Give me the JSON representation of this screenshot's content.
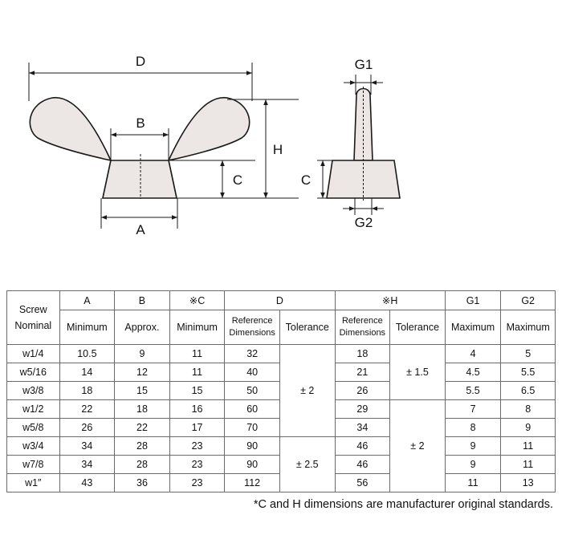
{
  "diagram": {
    "labels": {
      "D": "D",
      "B": "B",
      "H": "H",
      "C_left": "C",
      "A": "A",
      "G1": "G1",
      "C_right": "C",
      "G2": "G2"
    },
    "colors": {
      "fill": "#ece7e4",
      "stroke": "#1a1a1a"
    }
  },
  "table": {
    "screw_line1": "Screw",
    "screw_line2": "Nominal",
    "columns": {
      "A": "A",
      "B": "B",
      "C": "※C",
      "D": "D",
      "H": "※H",
      "G1": "G1",
      "G2": "G2"
    },
    "subheaders": {
      "A": "Minimum",
      "B": "Approx.",
      "C": "Minimum",
      "D_ref1": "Reference",
      "D_ref2": "Dimensions",
      "D_tol": "Tolerance",
      "H_ref1": "Reference",
      "H_ref2": "Dimensions",
      "H_tol": "Tolerance",
      "G1": "Maximum",
      "G2": "Maximum"
    },
    "rows": [
      {
        "screw": "w1/4",
        "A": "10.5",
        "B": "9",
        "C": "11",
        "D": "32",
        "H": "18",
        "G1": "4",
        "G2": "5"
      },
      {
        "screw": "w5/16",
        "A": "14",
        "B": "12",
        "C": "11",
        "D": "40",
        "H": "21",
        "G1": "4.5",
        "G2": "5.5"
      },
      {
        "screw": "w3/8",
        "A": "18",
        "B": "15",
        "C": "15",
        "D": "50",
        "H": "26",
        "G1": "5.5",
        "G2": "6.5"
      },
      {
        "screw": "w1/2",
        "A": "22",
        "B": "18",
        "C": "16",
        "D": "60",
        "H": "29",
        "G1": "7",
        "G2": "8"
      },
      {
        "screw": "w5/8",
        "A": "26",
        "B": "22",
        "C": "17",
        "D": "70",
        "H": "34",
        "G1": "8",
        "G2": "9"
      },
      {
        "screw": "w3/4",
        "A": "34",
        "B": "28",
        "C": "23",
        "D": "90",
        "H": "46",
        "G1": "9",
        "G2": "11"
      },
      {
        "screw": "w7/8",
        "A": "34",
        "B": "28",
        "C": "23",
        "D": "90",
        "H": "46",
        "G1": "9",
        "G2": "11"
      },
      {
        "screw": "w1″",
        "A": "43",
        "B": "36",
        "C": "23",
        "D": "112",
        "H": "56",
        "G1": "11",
        "G2": "13"
      }
    ],
    "tolerance_D": [
      "± 2",
      "± 2.5"
    ],
    "tolerance_H": [
      "± 1.5",
      "± 2"
    ]
  },
  "footnote": "*C and H dimensions are manufacturer original standards."
}
